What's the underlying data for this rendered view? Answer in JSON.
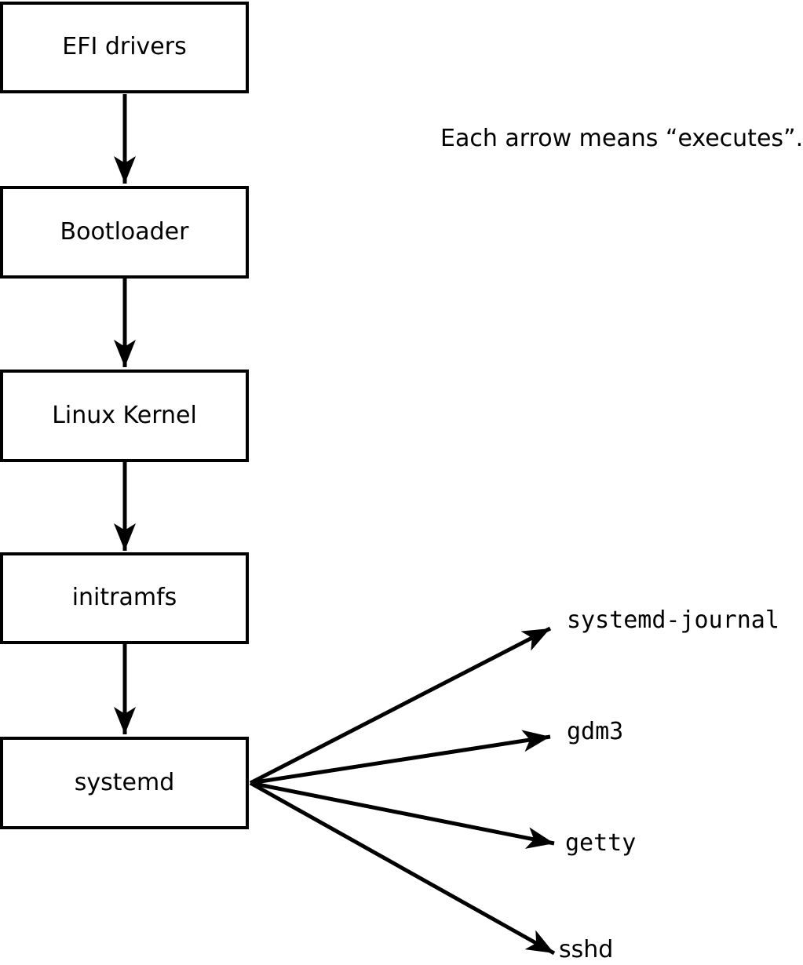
{
  "note": "Each arrow means “executes”.",
  "chain": [
    {
      "label": "EFI drivers"
    },
    {
      "label": "Bootloader"
    },
    {
      "label": "Linux Kernel"
    },
    {
      "label": "initramfs"
    },
    {
      "label": "systemd"
    }
  ],
  "services": [
    {
      "label": "systemd-journal"
    },
    {
      "label": "gdm3"
    },
    {
      "label": "getty"
    },
    {
      "label": "sshd"
    }
  ],
  "colors": {
    "background": "#ffffff",
    "box_fill": "#ffffff",
    "box_border": "#000000",
    "line": "#000000",
    "text": "#000000"
  }
}
